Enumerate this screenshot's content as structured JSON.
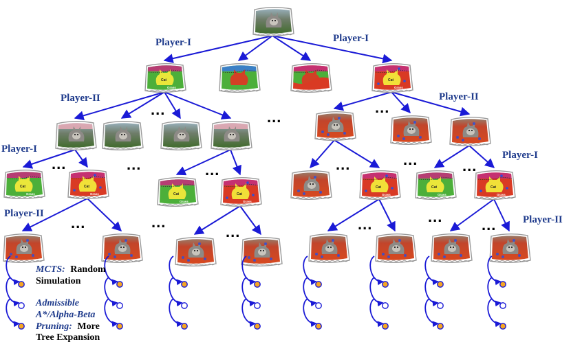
{
  "players": {
    "p1": "Player-I",
    "p2": "Player-II"
  },
  "tile_labels": {
    "cat": "Cat",
    "grass": "Grass"
  },
  "ellipsis": "...",
  "legend": {
    "mcts_term": "MCTS:",
    "mcts_rest_1": "Random",
    "mcts_rest_2": "Simulation",
    "adm_line_1": "Admissible",
    "adm_line_2": "A*/Alpha-Beta",
    "pruning_term": "Pruning:",
    "pruning_rest_1": "More",
    "pruning_rest_2": "Tree Expansion"
  },
  "colors": {
    "edge": "#1a1ad6",
    "label": "#1f3b8c",
    "note_term": "#1f3b8c",
    "sim_fill": "#f5a623",
    "grass": "#4caf3a",
    "red": "#d93a24",
    "cat": "#f2e93a",
    "sky": "#3a7bd6",
    "magenta": "#c2317a"
  }
}
